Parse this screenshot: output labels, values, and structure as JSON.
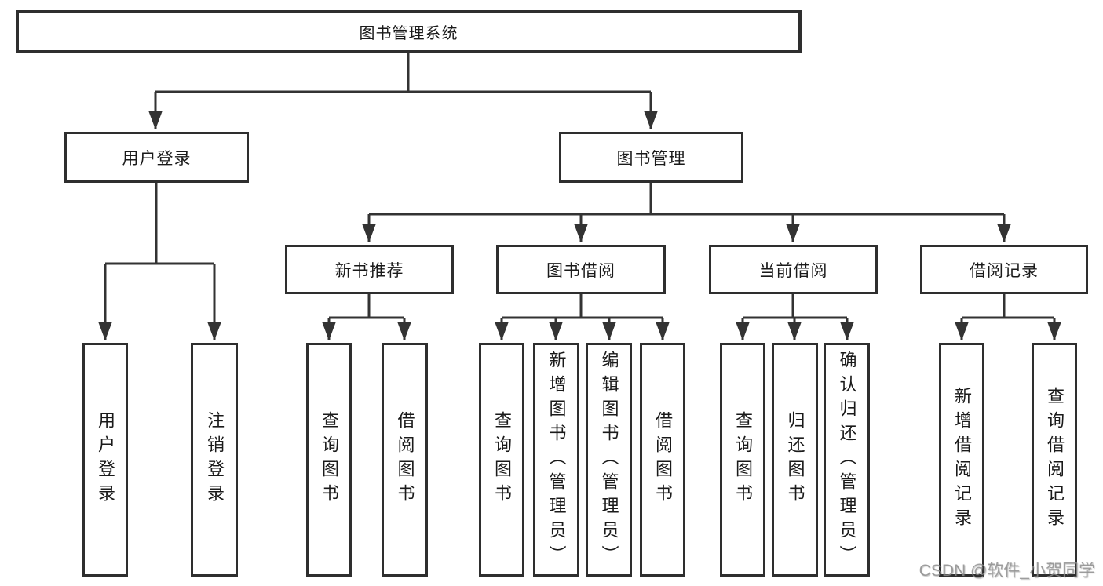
{
  "diagram": {
    "type": "hierarchy-tree",
    "watermark": "CSDN @软件_小贺同学",
    "style": {
      "background": "#ffffff",
      "box_border_color": "#2e2e2e",
      "line_color": "#333333",
      "text_color": "#1a1a1a",
      "watermark_color": "#8c8c8c"
    }
  },
  "tree": {
    "root": "图书管理系统",
    "children": [
      {
        "label": "用户登录",
        "children": [
          "用户登录",
          "注销登录"
        ]
      },
      {
        "label": "图书管理",
        "children": [
          {
            "label": "新书推荐",
            "children": [
              "查询图书",
              "借阅图书"
            ]
          },
          {
            "label": "图书借阅",
            "children": [
              "查询图书",
              "新增图书（管理员）",
              "编辑图书（管理员）",
              "借阅图书"
            ]
          },
          {
            "label": "当前借阅",
            "children": [
              "查询图书",
              "归还图书",
              "确认归还（管理员）"
            ]
          },
          {
            "label": "借阅记录",
            "children": [
              "新增借阅记录",
              "查询借阅记录"
            ]
          }
        ]
      }
    ]
  }
}
